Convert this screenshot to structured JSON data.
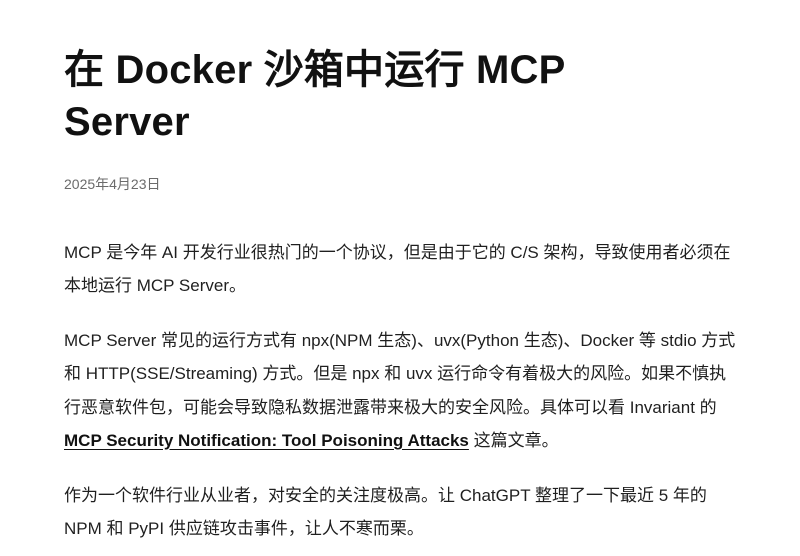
{
  "article": {
    "title": "在 Docker 沙箱中运行 MCP Server",
    "date": "2025年4月23日",
    "p1": "MCP 是今年 AI 开发行业很热门的一个协议，但是由于它的 C/S 架构，导致使用者必须在本地运行 MCP Server。",
    "p2_before": "MCP Server 常见的运行方式有 npx(NPM 生态)、uvx(Python 生态)、Docker 等 stdio 方式和 HTTP(SSE/Streaming) 方式。但是 npx 和 uvx 运行命令有着极大的风险。如果不慎执行恶意软件包，可能会导致隐私数据泄露带来极大的安全风险。具体可以看 Invariant 的 ",
    "p2_link": "MCP Security Notification: Tool Poisoning Attacks",
    "p2_after": " 这篇文章。",
    "p3": "作为一个软件行业从业者，对安全的关注度极高。让 ChatGPT 整理了一下最近 5 年的 NPM 和 PyPI 供应链攻击事件，让人不寒而栗。"
  }
}
